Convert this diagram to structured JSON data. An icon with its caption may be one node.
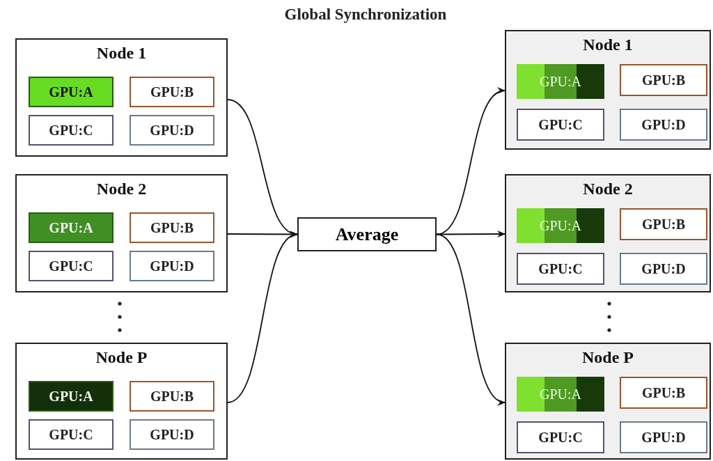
{
  "diagram": {
    "title": "Global Synchronization",
    "nodes": [
      {
        "text": [
          "Node 1"
        ]
      },
      {
        "text": [
          "GPU:A"
        ],
        "in": 0
      },
      {
        "text": [
          "GPU:B"
        ],
        "in": 0
      },
      {
        "text": [
          "GPU:C"
        ],
        "in": 0
      },
      {
        "text": [
          "GPU:D"
        ],
        "in": 0
      },
      {
        "text": [
          "Node 2"
        ]
      },
      {
        "text": [
          "GPU:A"
        ],
        "in": 5
      },
      {
        "text": [
          "GPU:B"
        ],
        "in": 5
      },
      {
        "text": [
          "GPU:C"
        ],
        "in": 5
      },
      {
        "text": [
          "GPU:D"
        ],
        "in": 5
      },
      {
        "text": [
          "Node P"
        ]
      },
      {
        "text": [
          "GPU:A"
        ],
        "in": 10
      },
      {
        "text": [
          "GPU:B"
        ],
        "in": 10
      },
      {
        "text": [
          "GPU:C"
        ],
        "in": 10
      },
      {
        "text": [
          "GPU:D"
        ],
        "in": 10
      },
      {
        "text": [
          "Average"
        ]
      },
      {
        "text": [
          "Node 1"
        ]
      },
      {
        "text": [
          "GPU:A"
        ],
        "in": 16
      },
      {
        "text": [
          "GPU:B"
        ],
        "in": 16
      },
      {
        "text": [
          "GPU:C"
        ],
        "in": 16
      },
      {
        "text": [
          "GPU:D"
        ],
        "in": 16
      },
      {
        "text": [
          "Node 2"
        ]
      },
      {
        "text": [
          "GPU:A"
        ],
        "in": 21
      },
      {
        "text": [
          "GPU:B"
        ],
        "in": 21
      },
      {
        "text": [
          "GPU:C"
        ],
        "in": 21
      },
      {
        "text": [
          "GPU:D"
        ],
        "in": 21
      },
      {
        "text": [
          "Node P"
        ]
      },
      {
        "text": [
          "GPU:A"
        ],
        "in": 26
      },
      {
        "text": [
          "GPU:B"
        ],
        "in": 26
      },
      {
        "text": [
          "GPU:C"
        ],
        "in": 26
      },
      {
        "text": [
          "GPU:D"
        ],
        "in": 26
      }
    ],
    "edges": [
      {
        "from": 0,
        "to": 15,
        "arrow": "to"
      },
      {
        "from": 5,
        "to": 15,
        "arrow": "to"
      },
      {
        "from": 10,
        "to": 15,
        "arrow": "to"
      },
      {
        "from": 15,
        "to": 16,
        "arrow": "to"
      },
      {
        "from": 15,
        "to": 21,
        "arrow": "to"
      },
      {
        "from": 15,
        "to": 26,
        "arrow": "to"
      }
    ]
  }
}
